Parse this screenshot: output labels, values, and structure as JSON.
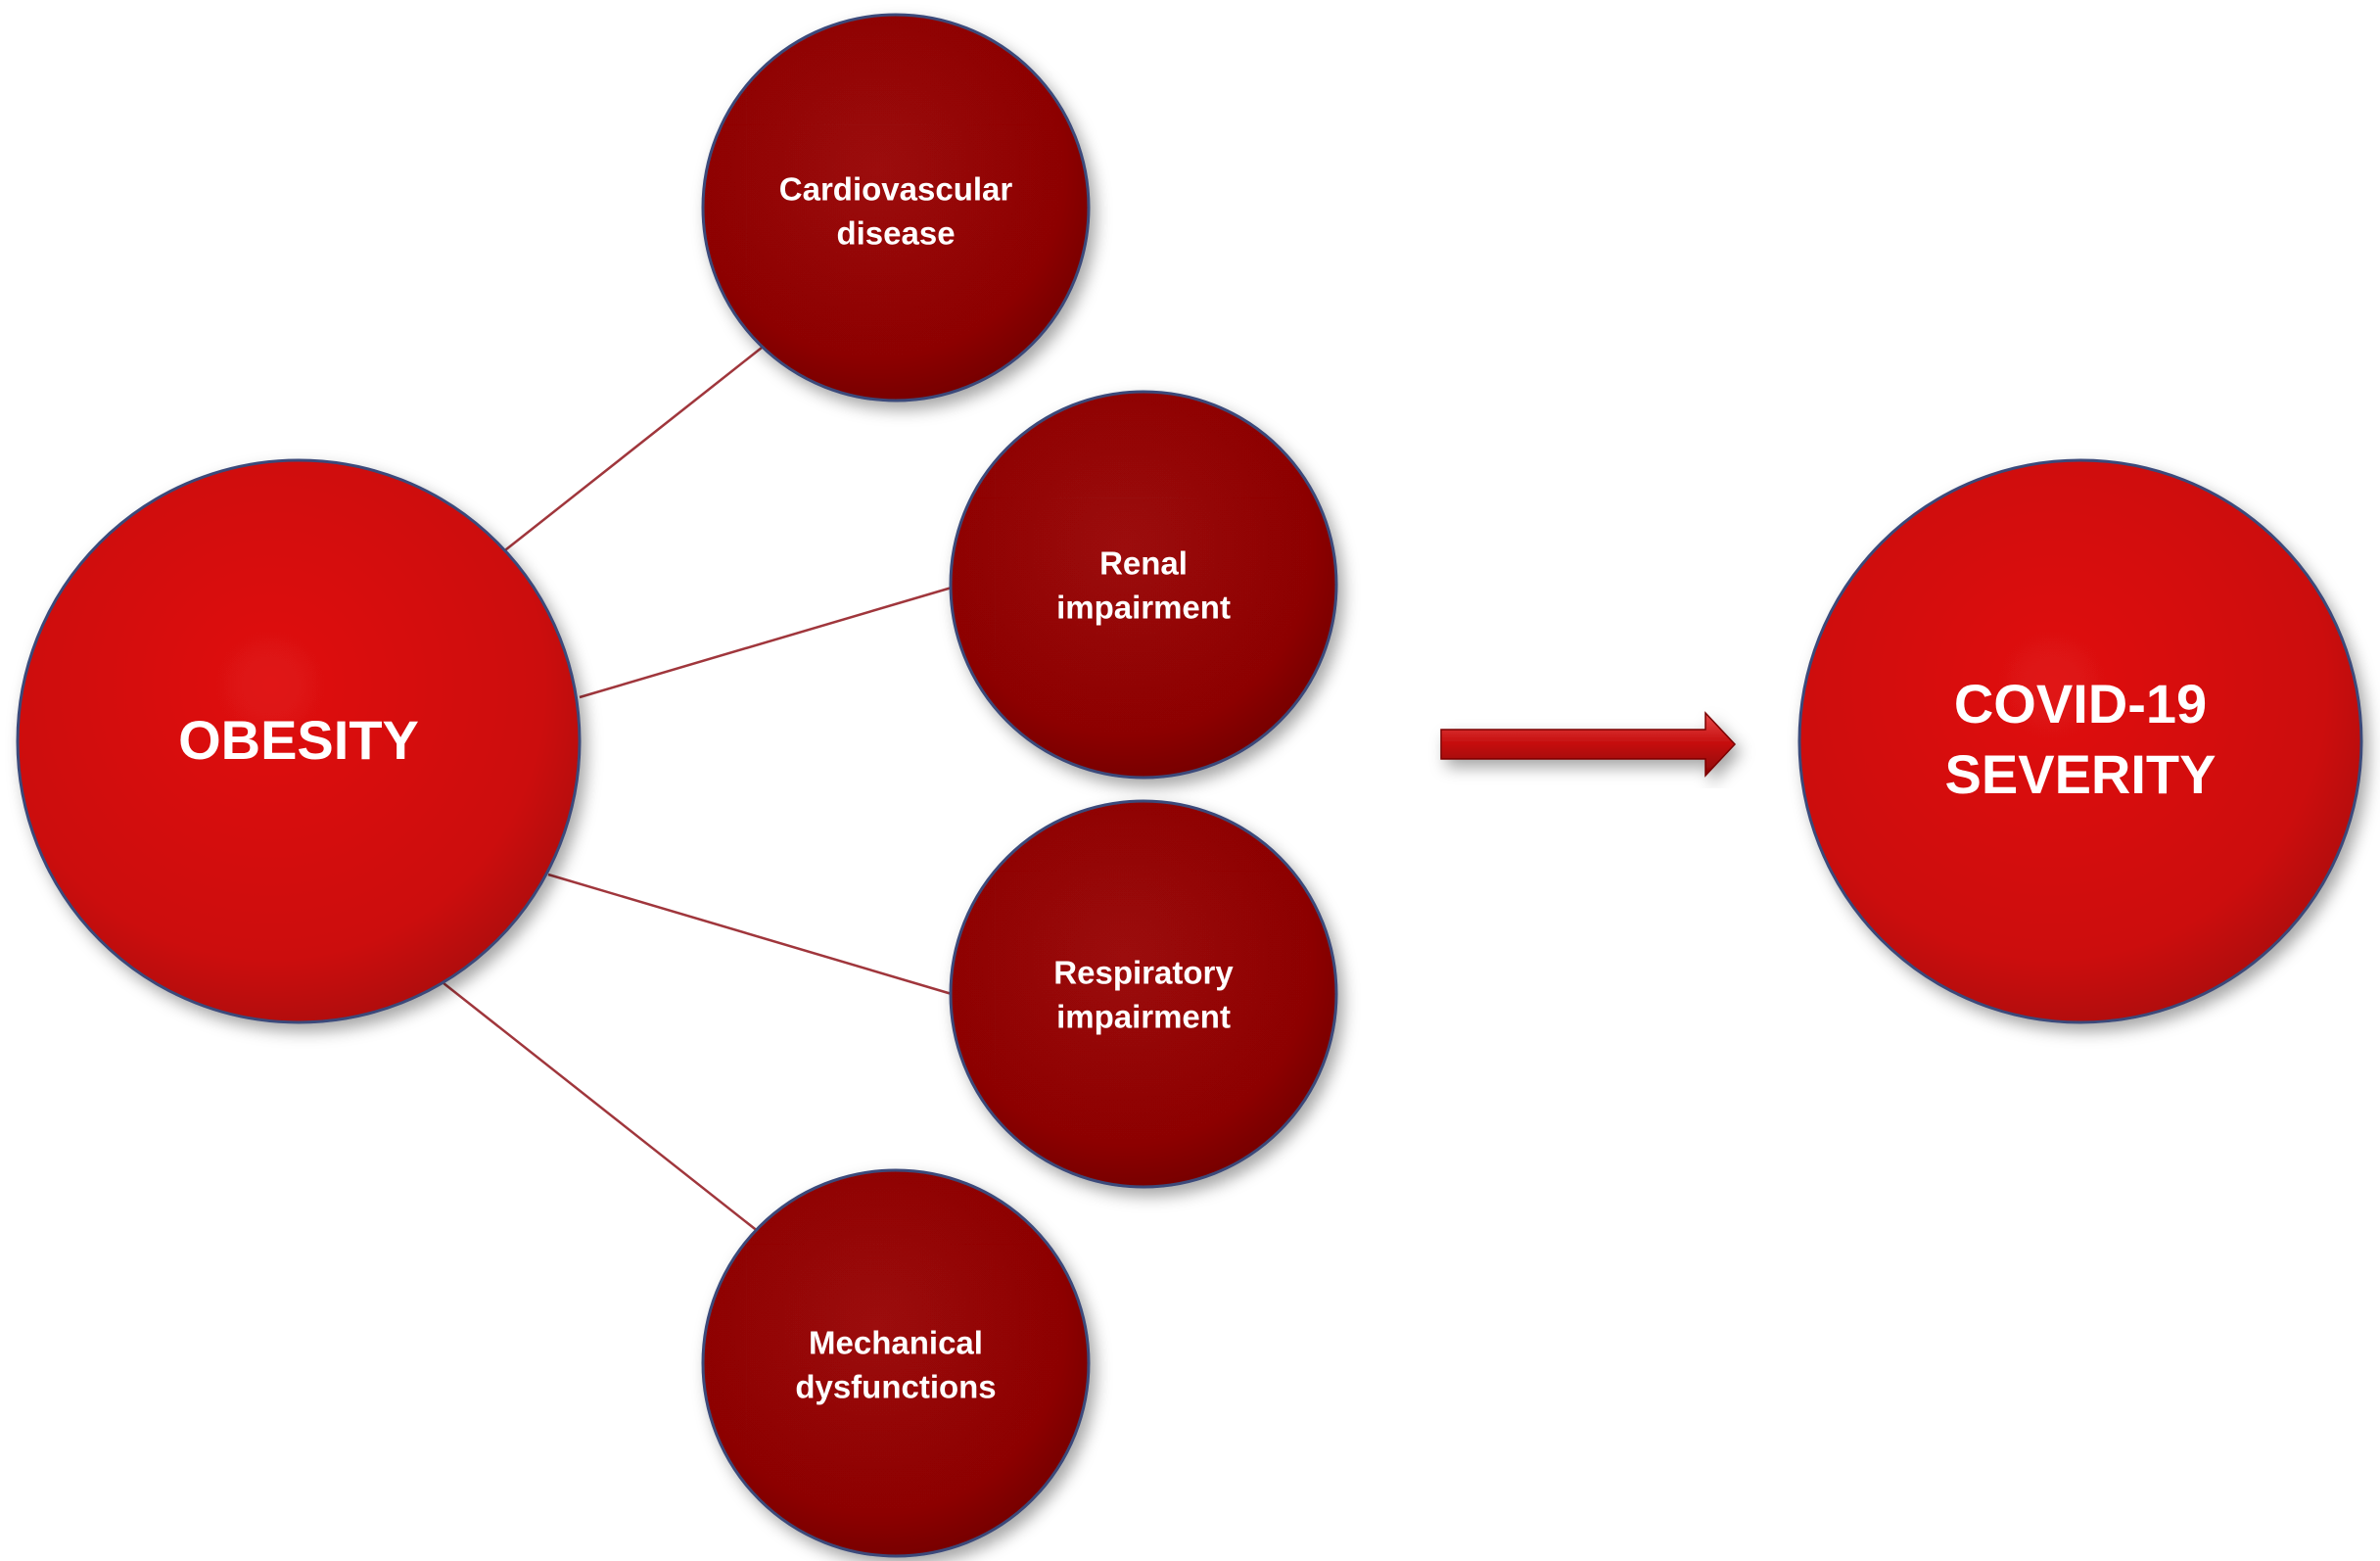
{
  "hub": {
    "label": "OBESITY"
  },
  "factors": [
    {
      "label_lines": [
        "Cardiovascular",
        "disease"
      ]
    },
    {
      "label_lines": [
        "Renal",
        "impairment"
      ]
    },
    {
      "label_lines": [
        "Respiratory",
        "impairment"
      ]
    },
    {
      "label_lines": [
        "Mechanical",
        "dysfunctions"
      ]
    }
  ],
  "outcome": {
    "label_lines": [
      "COVID-19",
      "SEVERITY"
    ]
  },
  "colors": {
    "hub_fill": "#d10a0a",
    "factor_fill": "#920606",
    "circle_edge": "#3a4a7a",
    "connector": "#a0363c",
    "arrow": "#c40c0c",
    "text": "#ffffff"
  }
}
